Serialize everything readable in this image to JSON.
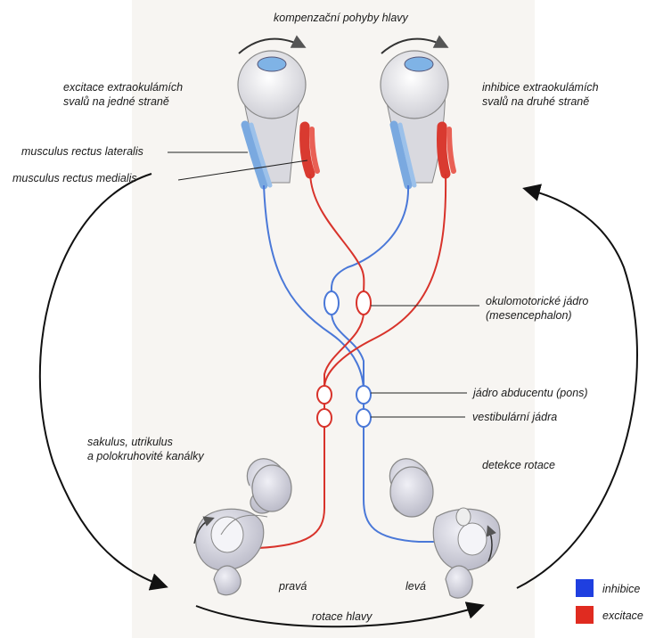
{
  "title": "kompenzační pohyby hlavy",
  "left_eye_label": [
    "excitace extraokulámích",
    "svalů na jedné straně"
  ],
  "right_eye_label": [
    "inhibice extraokulámích",
    "svalů na druhé straně"
  ],
  "muscle_lateral": "musculus rectus lateralis",
  "muscle_medial": "musculus rectus medialis",
  "oculomotor": [
    "okulomotorické jádro",
    "(mesencephalon)"
  ],
  "abducens": "jádro abducentu (pons)",
  "vestibular": "vestibulární jádra",
  "left_ear_label": [
    "sakulus, utrikulus",
    "a polokruhovité kanálky"
  ],
  "right_ear_label": "detekce rotace",
  "side_right": "pravá",
  "side_left": "levá",
  "bottom": "rotace hlavy",
  "legend": [
    {
      "label": "inhibice",
      "color": "#1f3fe0"
    },
    {
      "label": "excitace",
      "color": "#e02b20"
    }
  ],
  "colors": {
    "inhibition": "#4a78d8",
    "excitation": "#d8332b",
    "background": "#f7f5f2"
  }
}
